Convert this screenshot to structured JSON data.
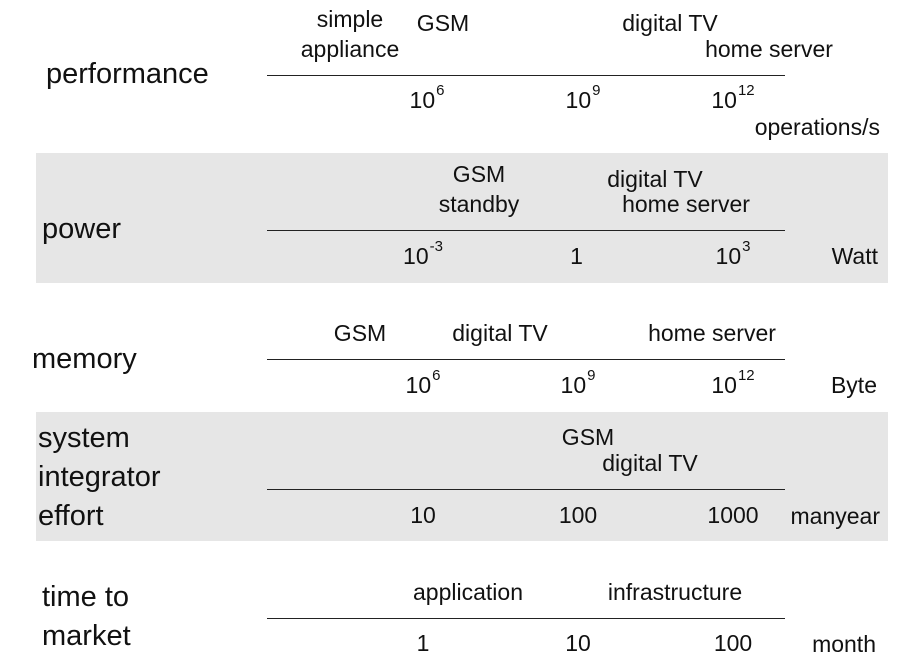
{
  "colors": {
    "band": "#e6e6e6",
    "rule": "#222222",
    "text": "#111111"
  },
  "rows": {
    "performance": {
      "category": "performance",
      "items": {
        "simple_l1": "simple",
        "simple_l2": "appliance",
        "gsm": "GSM",
        "digital_tv": "digital TV",
        "home_server": "home server"
      },
      "ticks": [
        {
          "base": "10",
          "exp": "6"
        },
        {
          "base": "10",
          "exp": "9"
        },
        {
          "base": "10",
          "exp": "12"
        }
      ],
      "unit": "operations/s"
    },
    "power": {
      "category": "power",
      "items": {
        "gsm_l1": "GSM",
        "gsm_l2": "standby",
        "digital_tv": "digital TV",
        "home_server": "home server"
      },
      "ticks": [
        {
          "base": "10",
          "exp": "-3"
        },
        {
          "base": "1",
          "exp": ""
        },
        {
          "base": "10",
          "exp": "3"
        }
      ],
      "unit": "Watt"
    },
    "memory": {
      "category": "memory",
      "items": {
        "gsm": "GSM",
        "digital_tv": "digital TV",
        "home_server": "home server"
      },
      "ticks": [
        {
          "base": "10",
          "exp": "6"
        },
        {
          "base": "10",
          "exp": "9"
        },
        {
          "base": "10",
          "exp": "12"
        }
      ],
      "unit": "Byte"
    },
    "effort": {
      "category_l1": "system",
      "category_l2": "integrator",
      "category_l3": "effort",
      "items": {
        "gsm": "GSM",
        "digital_tv": "digital TV"
      },
      "ticks": [
        {
          "base": "10",
          "exp": ""
        },
        {
          "base": "100",
          "exp": ""
        },
        {
          "base": "1000",
          "exp": ""
        }
      ],
      "unit": "manyear"
    },
    "time_to_market": {
      "category_l1": "time to",
      "category_l2": "market",
      "items": {
        "application": "application",
        "infrastructure": "infrastructure"
      },
      "ticks": [
        {
          "base": "1",
          "exp": ""
        },
        {
          "base": "10",
          "exp": ""
        },
        {
          "base": "100",
          "exp": ""
        }
      ],
      "unit": "month"
    }
  }
}
